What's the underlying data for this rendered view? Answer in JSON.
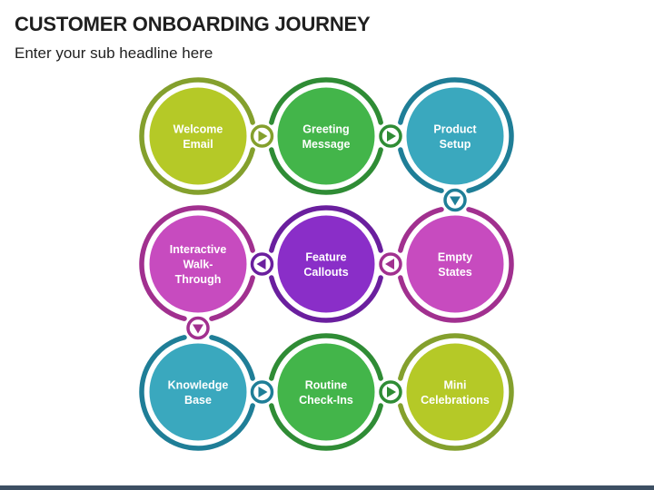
{
  "header": {
    "title": "CUSTOMER ONBOARDING JOURNEY",
    "subtitle": "Enter your sub headline here"
  },
  "colors": {
    "lime": "#b5c927",
    "green": "#43b54a",
    "teal": "#3aa8be",
    "magenta": "#c74bbf",
    "purple": "#8a2ec8",
    "dark_lime": "#84a02d",
    "dark_green": "#2f8c35",
    "dark_teal": "#1f7e97",
    "dark_magenta": "#a1308f",
    "dark_purple": "#6a1f9e"
  },
  "steps": [
    {
      "lines": [
        "Welcome",
        "Email"
      ],
      "color": "lime",
      "ring": "dark_lime"
    },
    {
      "lines": [
        "Greeting",
        "Message"
      ],
      "color": "green",
      "ring": "dark_green"
    },
    {
      "lines": [
        "Product",
        "Setup"
      ],
      "color": "teal",
      "ring": "dark_teal"
    },
    {
      "lines": [
        "Empty",
        "States"
      ],
      "color": "magenta",
      "ring": "dark_magenta"
    },
    {
      "lines": [
        "Feature",
        "Callouts"
      ],
      "color": "purple",
      "ring": "dark_purple"
    },
    {
      "lines": [
        "Interactive",
        "Walk-",
        "Through"
      ],
      "color": "magenta",
      "ring": "dark_magenta"
    },
    {
      "lines": [
        "Knowledge",
        "Base"
      ],
      "color": "teal",
      "ring": "dark_teal"
    },
    {
      "lines": [
        "Routine",
        "Check-Ins"
      ],
      "color": "green",
      "ring": "dark_green"
    },
    {
      "lines": [
        "Mini",
        "Celebrations"
      ],
      "color": "lime",
      "ring": "dark_lime"
    }
  ],
  "connectors": [
    {
      "from": 0,
      "to": 1,
      "direction": "right"
    },
    {
      "from": 1,
      "to": 2,
      "direction": "right"
    },
    {
      "from": 2,
      "to": 3,
      "direction": "down"
    },
    {
      "from": 3,
      "to": 4,
      "direction": "left"
    },
    {
      "from": 4,
      "to": 5,
      "direction": "left"
    },
    {
      "from": 5,
      "to": 6,
      "direction": "down"
    },
    {
      "from": 6,
      "to": 7,
      "direction": "right"
    },
    {
      "from": 7,
      "to": 8,
      "direction": "right"
    }
  ]
}
